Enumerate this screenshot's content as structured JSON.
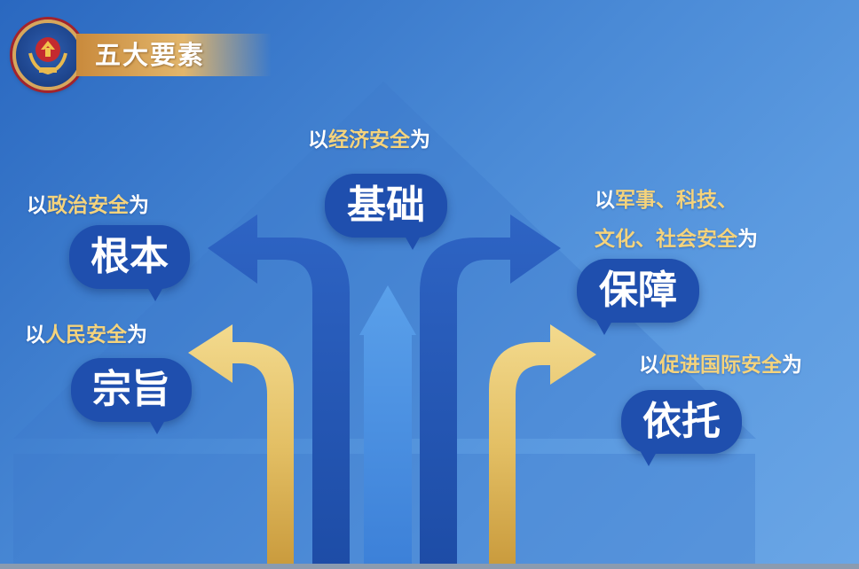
{
  "header": {
    "title": "五大要素",
    "emblem_icon": "police-emblem-icon"
  },
  "elements": [
    {
      "id": "economic",
      "prefix": "以",
      "highlight": "经济安全",
      "suffix": "为",
      "bubble": "基础"
    },
    {
      "id": "political",
      "prefix": "以",
      "highlight": "政治安全",
      "suffix": "为",
      "bubble": "根本"
    },
    {
      "id": "people",
      "prefix": "以",
      "highlight": "人民安全",
      "suffix": "为",
      "bubble": "宗旨"
    },
    {
      "id": "military",
      "line1_prefix": "以",
      "line1_highlight": "军事、科技、",
      "line2_highlight": "文化、社会安全",
      "line2_suffix": "为",
      "bubble": "保障"
    },
    {
      "id": "international",
      "prefix": "以",
      "highlight": "促进国际安全",
      "suffix": "为",
      "bubble": "依托"
    }
  ],
  "colors": {
    "background": "#4a8ad6",
    "bubble": "#1f4fae",
    "highlight_text": "#f4d37c",
    "gold_arrow": "#e3c470",
    "blue_arrow": "#2558b8",
    "header_gold": "#d7a75c"
  }
}
